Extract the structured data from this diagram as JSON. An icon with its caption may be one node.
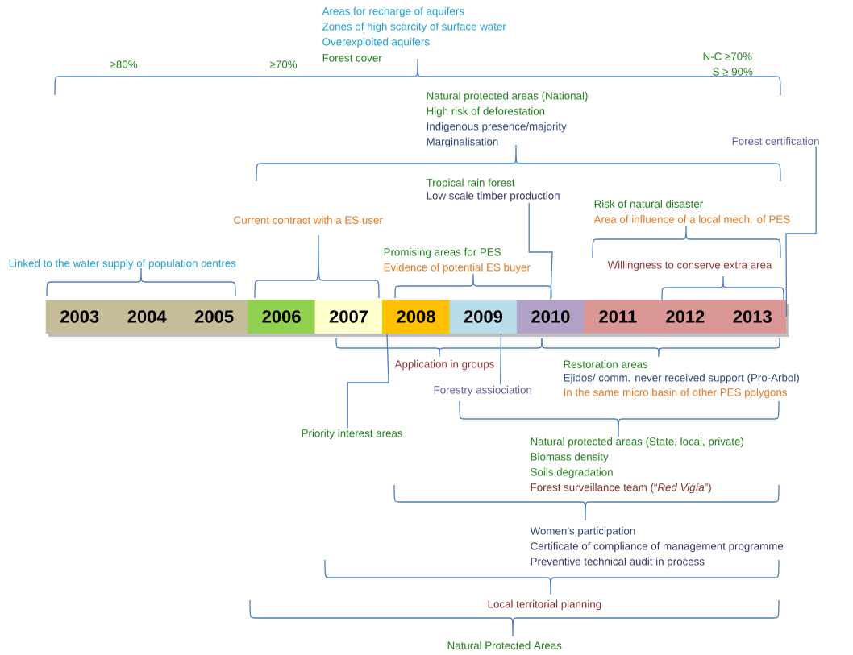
{
  "diagram": {
    "nodes": [
      {
        "text": [
          "2003"
        ]
      },
      {
        "text": [
          "2004"
        ]
      },
      {
        "text": [
          "2005"
        ]
      },
      {
        "text": [
          "2006"
        ]
      },
      {
        "text": [
          "2007"
        ]
      },
      {
        "text": [
          "2008"
        ]
      },
      {
        "text": [
          "2009"
        ]
      },
      {
        "text": [
          "2010"
        ]
      },
      {
        "text": [
          "2011"
        ]
      },
      {
        "text": [
          "2012"
        ]
      },
      {
        "text": [
          "2013"
        ]
      },
      {
        "text": [
          "Forest certification"
        ]
      },
      {
        "text": [
          "Tropical rain forest",
          "Low scale timber production"
        ]
      },
      {
        "text": [
          "Priority interest areas"
        ]
      },
      {
        "text": [
          "Forestry assiociation"
        ]
      }
    ],
    "edges": [
      {
        "from": 11,
        "to": 10,
        "arrow": "none"
      },
      {
        "from": 12,
        "to": 7,
        "arrow": "none"
      },
      {
        "from": 13,
        "to": 5,
        "arrow": "none"
      },
      {
        "from": 14,
        "to": 6,
        "arrow": "none"
      }
    ],
    "labels": [
      "Areas for recharge of aquifers",
      "Zones of high scarcity of surface water",
      "Overexploited aquifers",
      "Forest cover",
      "≥80%",
      "≥70%",
      "N-C ≥70%",
      "S ≥ 90%",
      "Natural protected areas (National)",
      "High risk of deforestation",
      "Indigenous presence/majority",
      "Marginalisation",
      "Risk of natural disaster",
      "Area of influence of a local mech. of PES",
      "Current contract with a ES user",
      "Promising areas for PES",
      "Evidence of potential ES buyer",
      "Linked to the water supply of population centres",
      "Willingness to conserve extra area",
      "Application in groups",
      "Restoration areas",
      "Ejidos/ comm. never received support (Pro-Arbol)",
      "In the same micro basin of other PES polygons",
      "Natural protected areas (State, local, private)",
      "Biomass density",
      "Soils degradation",
      "Forest surveillance team (“*Red Vigía*”)",
      "Women’s participation",
      "Certificate of compliance of management programme",
      "Preventive technical audit in process",
      "Local territorial planning",
      "Natural Protected Areas"
    ]
  }
}
